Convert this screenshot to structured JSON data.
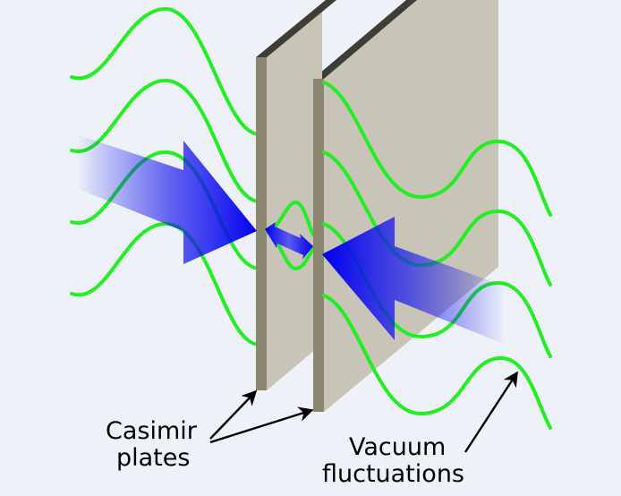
{
  "labels": {
    "plates_line1": "Casimir",
    "plates_line2": "plates",
    "vacuum_line1": "Vacuum",
    "vacuum_line2": "fluctuations"
  },
  "colors": {
    "background": "#eef2f8",
    "wave": "#22ee22",
    "arrow": "#0000ee",
    "plate_face": "#c8c4b8",
    "plate_edge": "#8a8670",
    "plate_top": "#3e3e36",
    "label_arrow": "#000000"
  }
}
